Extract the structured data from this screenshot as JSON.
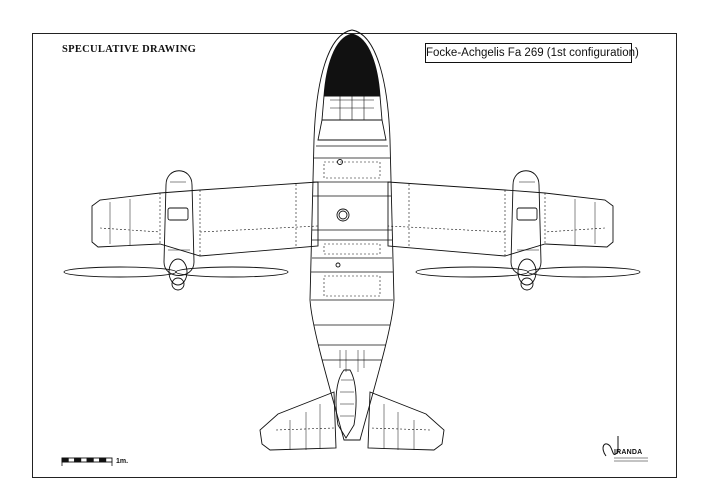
{
  "header": {
    "label": "SPECULATIVE DRAWING",
    "title": "Focke-Achgelis Fa 269 (1st configuration)"
  },
  "scale": {
    "label": "1m."
  },
  "logo": {
    "text": "IRANDA",
    "icon": "signature-logo-icon"
  },
  "colors": {
    "ink": "#111111",
    "canopy": "#111111",
    "paper": "#ffffff"
  }
}
